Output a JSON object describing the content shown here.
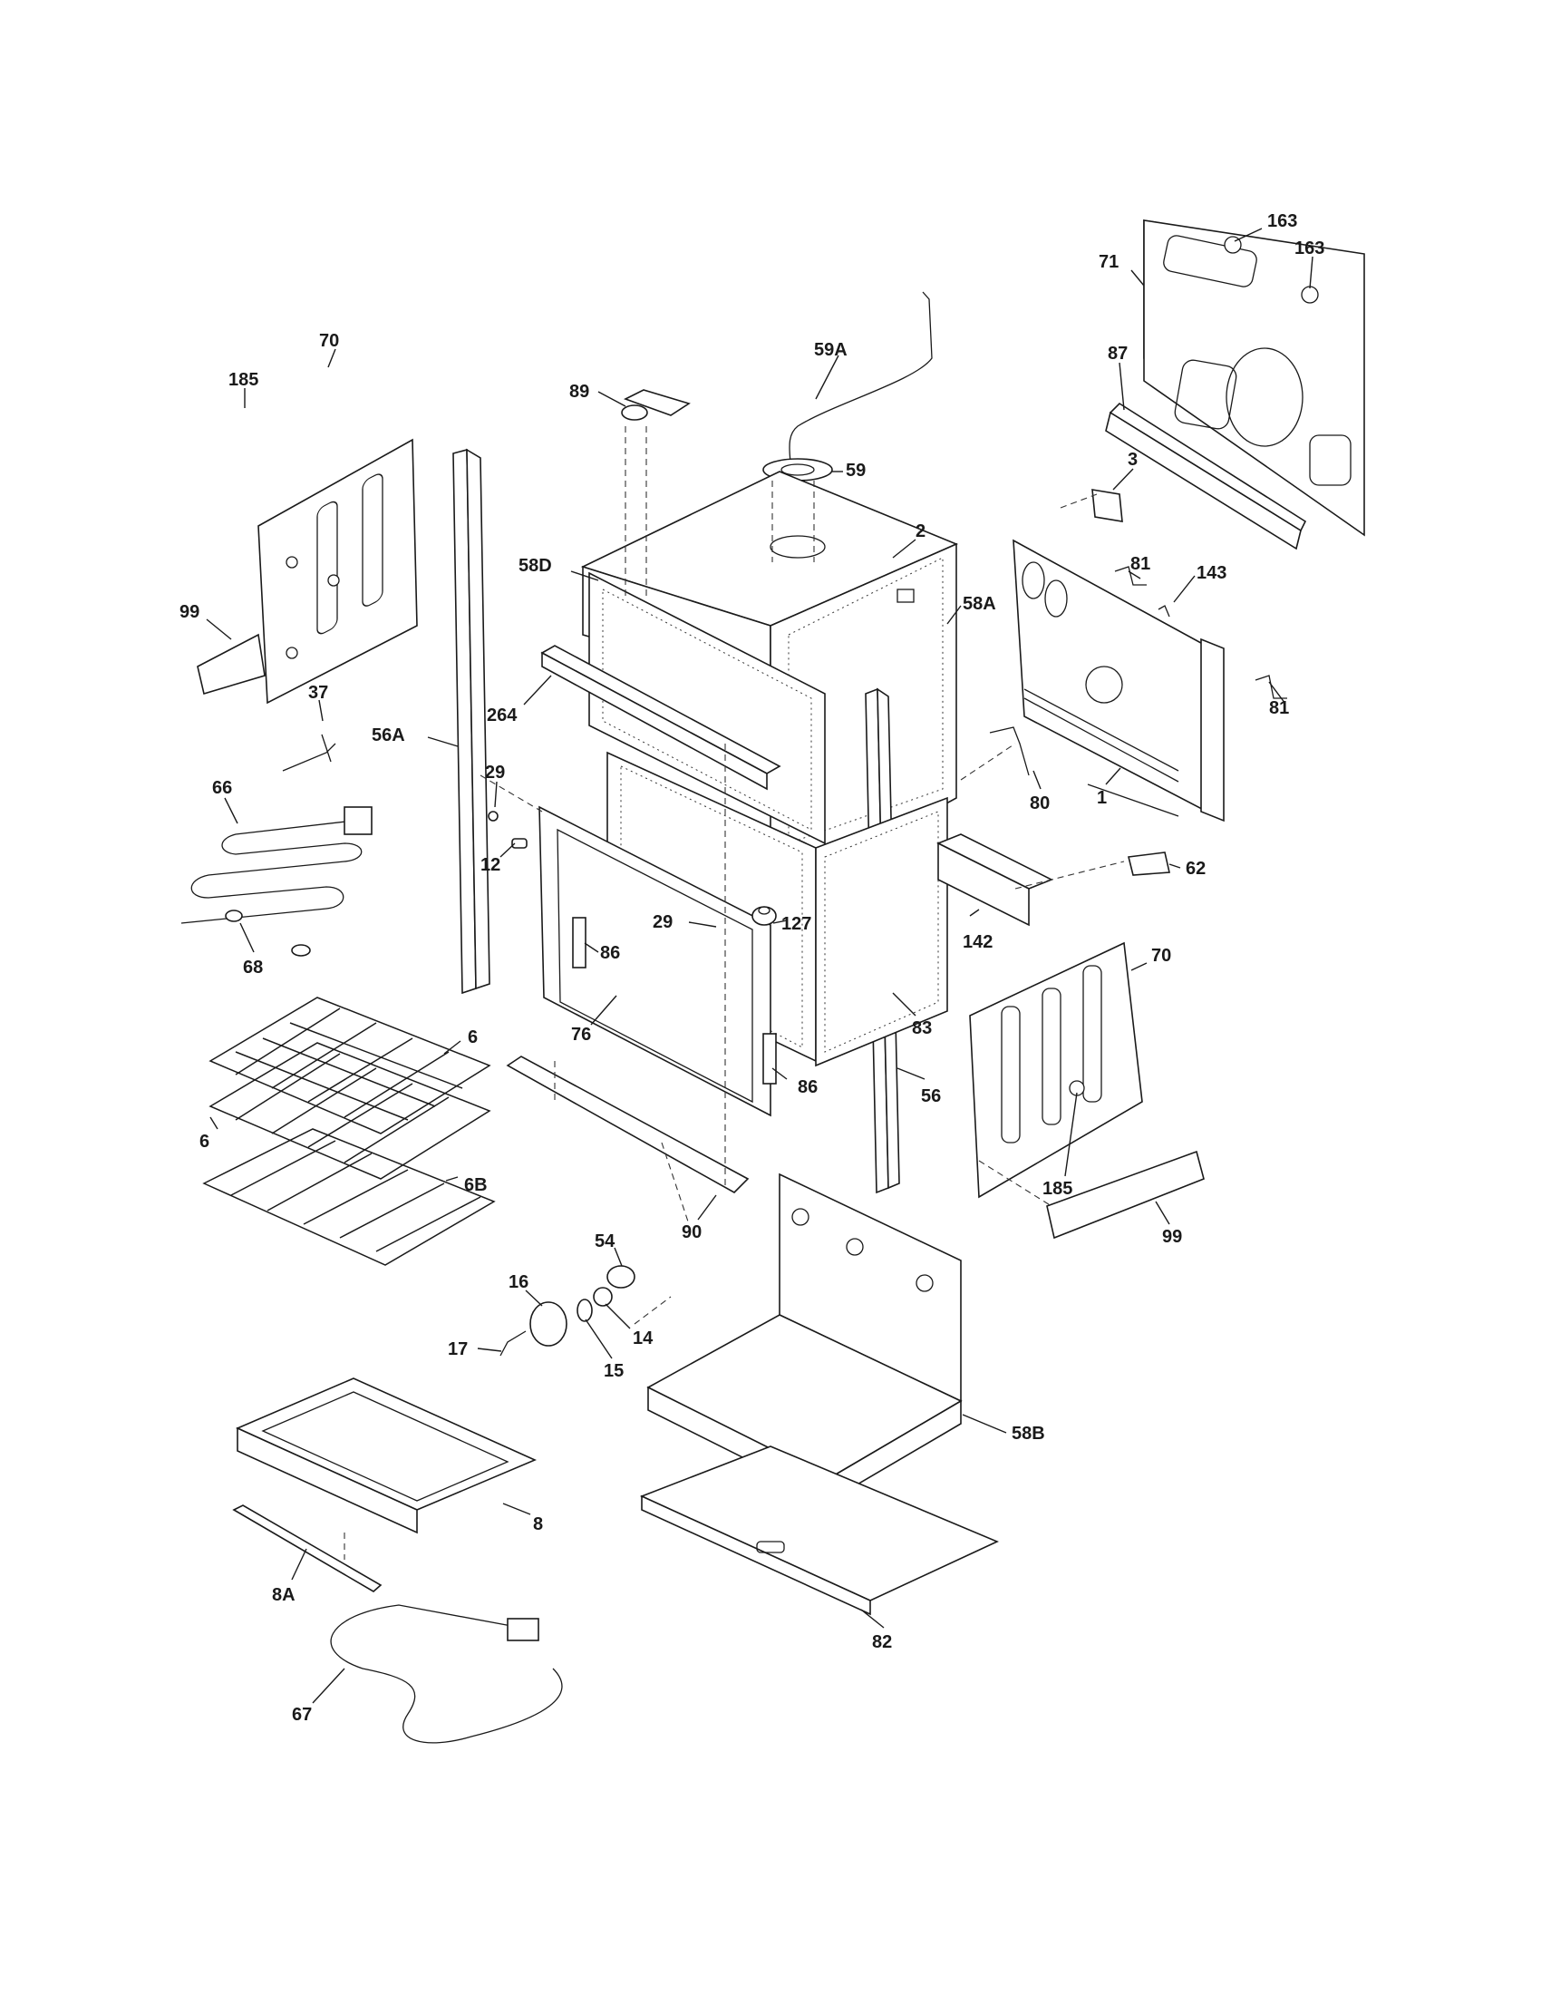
{
  "labels": {
    "l163a": "163",
    "l163b": "163",
    "l71": "71",
    "l87": "87",
    "l59a": "59A",
    "l89": "89",
    "l59": "59",
    "l70a": "70",
    "l185a": "185",
    "l3": "3",
    "l2": "2",
    "l81a": "81",
    "l143": "143",
    "l58d": "58D",
    "l58a": "58A",
    "l99a": "99",
    "l264": "264",
    "l37": "37",
    "l56a": "56A",
    "l81b": "81",
    "l29a": "29",
    "l66": "66",
    "l80": "80",
    "l1": "1",
    "l12": "12",
    "l62": "62",
    "l29b": "29",
    "l127": "127",
    "l142": "142",
    "l68": "68",
    "l86a": "86",
    "l70b": "70",
    "l83": "83",
    "l76": "76",
    "l6a": "6",
    "l86b": "86",
    "l56": "56",
    "l6b": "6",
    "l185b": "185",
    "l6c": "6B",
    "l90": "90",
    "l99b": "99",
    "l54": "54",
    "l16": "16",
    "l14": "14",
    "l17": "17",
    "l15": "15",
    "l58b": "58B",
    "l8": "8",
    "l8a": "8A",
    "l82": "82",
    "l67": "67"
  }
}
